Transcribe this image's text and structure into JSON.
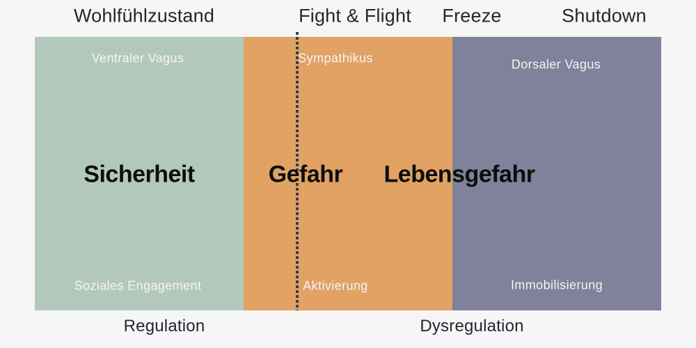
{
  "top_labels": [
    {
      "label": "Wohlfühlzustand"
    },
    {
      "label": "Fight & Flight"
    },
    {
      "label": "Freeze"
    },
    {
      "label": "Shutdown"
    }
  ],
  "panels": [
    {
      "top_label": "Ventraler Vagus",
      "center_label": "Sicherheit",
      "bottom_label": "Soziales Engagement"
    },
    {
      "top_label": "Sympathikus",
      "center_label": "Gefahr",
      "bottom_label": "Aktivierung"
    },
    {
      "top_label": "Dorsaler Vagus",
      "center_label": "Lebensgefahr",
      "bottom_label": "Immobilisierung"
    }
  ],
  "bottom_labels": [
    {
      "label": "Regulation"
    },
    {
      "label": "Dysregulation"
    }
  ],
  "colors": {
    "background": "#f6f6f6",
    "panel_green": "#b3c8bc",
    "panel_orange": "#e1a264",
    "panel_purple": "#80819a",
    "text_dark": "#1e2630",
    "text_light": "#f5f5f3",
    "text_black": "#0d0d0d",
    "dotted_line": "#363d49"
  }
}
